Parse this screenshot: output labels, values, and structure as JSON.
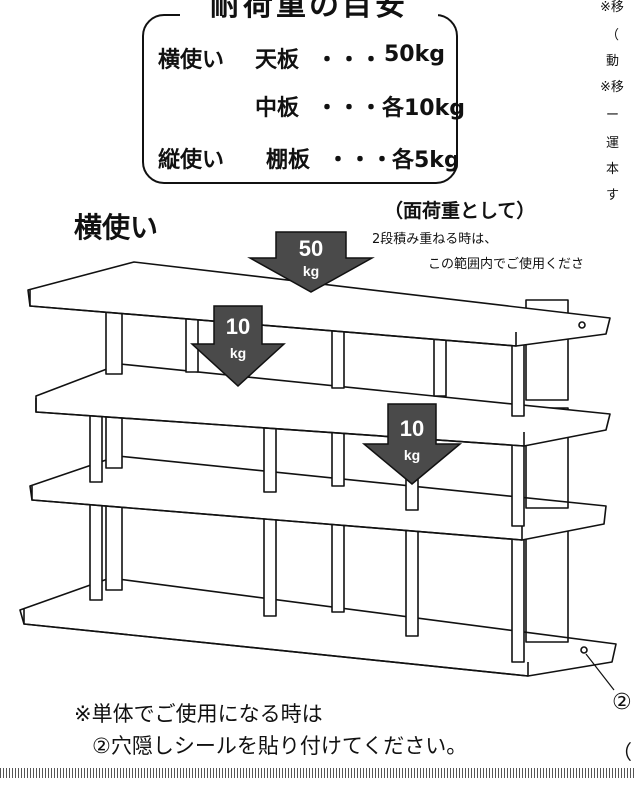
{
  "load_box": {
    "title": "耐荷重の目安",
    "rows": [
      {
        "orientation": "横使い",
        "part": "天板",
        "dots": "・・・",
        "load": "50kg"
      },
      {
        "orientation": "",
        "part": "中板",
        "dots": "・・・",
        "load": "各10kg"
      },
      {
        "orientation": "縦使い",
        "part": "棚板",
        "dots": "・・・",
        "load": "各5kg"
      }
    ]
  },
  "side_notes": {
    "line1": "※移",
    "line2": "（",
    "line3": "動",
    "line4": "※移",
    "line5": "ー",
    "line6": "運",
    "line7": "本",
    "line8": "す"
  },
  "figure": {
    "heading": "横使い",
    "surface_load_label": "（面荷重として）",
    "stack_note_1": "2段積み重ねる時は、",
    "stack_note_2": "この範囲内でご使用くださ",
    "arrows": [
      {
        "value": "50",
        "unit": "kg"
      },
      {
        "value": "10",
        "unit": "kg"
      },
      {
        "value": "10",
        "unit": "kg"
      }
    ],
    "callout_number": "②",
    "callout_bottom": "（"
  },
  "caption": {
    "line1": "※単体でご使用になる時は",
    "line2": "②穴隠しシールを貼り付けてください。"
  },
  "colors": {
    "ink": "#111111",
    "arrow_fill": "#4a4a4a",
    "paper": "#ffffff"
  }
}
